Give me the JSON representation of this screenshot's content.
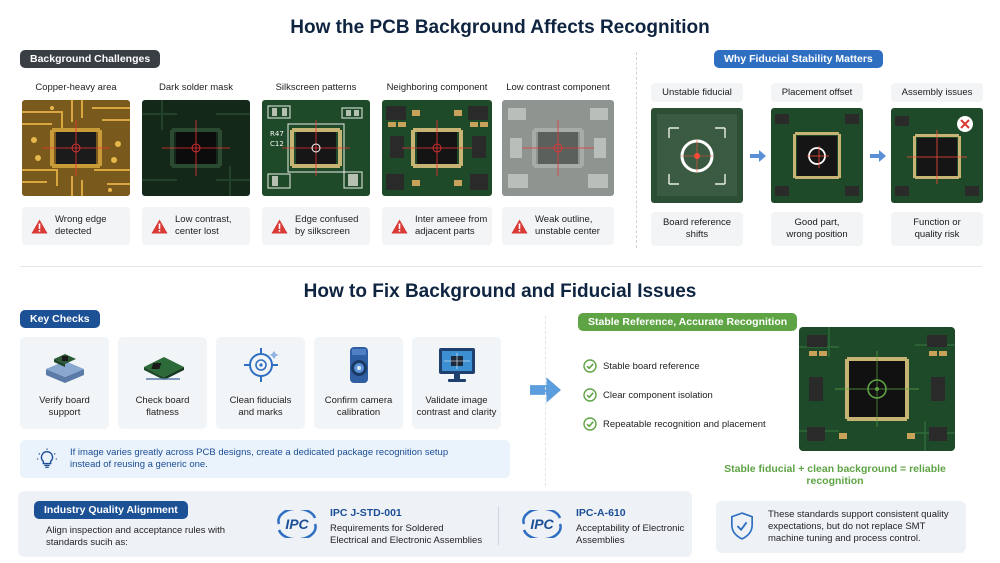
{
  "titles": {
    "top": "How the PCB Background Affects Recognition",
    "bottom": "How to Fix Background and Fiducial Issues"
  },
  "challenges": {
    "heading": "Background Challenges",
    "items": [
      {
        "label": "Copper-heavy area",
        "caption": [
          "Wrong edge",
          "detected"
        ]
      },
      {
        "label": "Dark solder mask",
        "caption": [
          "Low contrast,",
          "center lost"
        ]
      },
      {
        "label": "Silkscreen patterns",
        "caption": [
          "Edge confused",
          "by silkscreen"
        ]
      },
      {
        "label": "Neighboring component",
        "caption": [
          "Inter ameee from",
          "adjacent parts"
        ]
      },
      {
        "label": "Low contrast component",
        "caption": [
          "Weak outline,",
          "unstable center"
        ]
      }
    ]
  },
  "fiducial": {
    "heading": "Why Fiducial Stability Matters",
    "steps": [
      {
        "label": "Unstable fiducial",
        "caption": [
          "Board reference",
          "shifts"
        ]
      },
      {
        "label": "Placement offset",
        "caption": [
          "Good part,",
          "wrong position"
        ]
      },
      {
        "label": "Assembly issues",
        "caption": [
          "Function or",
          "quality risk"
        ]
      }
    ]
  },
  "key_checks": {
    "heading": "Key Checks",
    "items": [
      {
        "icon": "board-support-icon",
        "label": [
          "Verify board",
          "support"
        ]
      },
      {
        "icon": "board-flatness-icon",
        "label": [
          "Check board",
          "flatness"
        ]
      },
      {
        "icon": "crosshair-icon",
        "label": [
          "Clean fiducials",
          "and marks"
        ]
      },
      {
        "icon": "camera-icon",
        "label": [
          "Confirm camera",
          "calibration"
        ]
      },
      {
        "icon": "monitor-icon",
        "label": [
          "Validate image",
          "contrast and clarity"
        ]
      }
    ],
    "tip": [
      "If image varies greatly across PCB designs, create a dedicated package recognition setup",
      "instead of reusing a generic one."
    ]
  },
  "stable": {
    "heading": "Stable Reference, Accurate Recognition",
    "bullets": [
      "Stable board reference",
      "Clear component isolation",
      "Repeatable recognition and placement"
    ],
    "summary": "Stable fiducial + clean background = reliable recognition"
  },
  "industry": {
    "heading": "Industry Quality Alignment",
    "intro": [
      "Align inspection and acceptance rules with",
      "standards sucih as:"
    ],
    "standards": [
      {
        "logo": "IPC",
        "title": "IPC J-STD-001",
        "desc": [
          "Requirements for Soldered",
          "Electrical and Electronic Assemblies"
        ]
      },
      {
        "logo": "IPC",
        "title": "IPC-A-610",
        "desc": [
          "Acceptability of Electronic",
          "Assemblies"
        ]
      }
    ],
    "note": [
      "These standards support consistent quality",
      "expectations, but do not replace SMT",
      "machine tuning and process control."
    ]
  },
  "colors": {
    "navy": "#0e2440",
    "accent_blue": "#2f6fc2",
    "accent_green": "#5ea344",
    "warning_red": "#d93a36",
    "pcb_green": "#1f4a2a"
  }
}
